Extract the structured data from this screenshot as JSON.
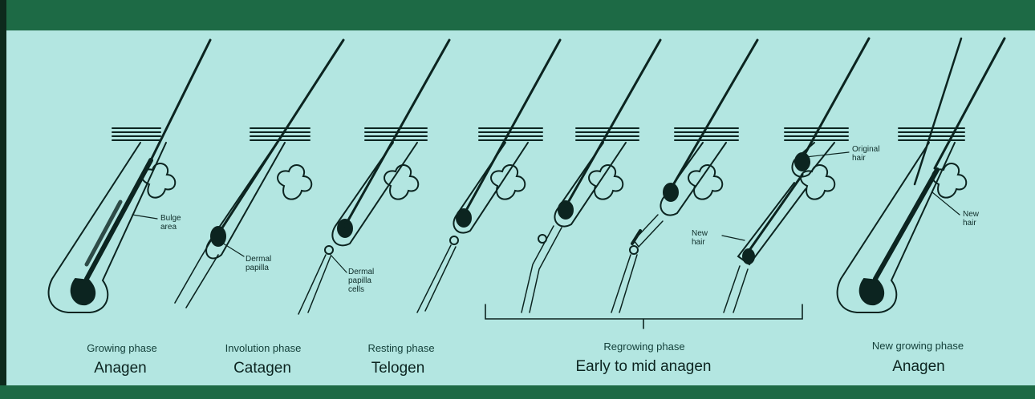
{
  "colors": {
    "border": "#1d6a45",
    "background": "#b3e6e1",
    "ink": "#0c2420"
  },
  "stages": [
    {
      "phase": "Growing phase",
      "name": "Anagen"
    },
    {
      "phase": "Involution phase",
      "name": "Catagen"
    },
    {
      "phase": "Resting phase",
      "name": "Telogen"
    },
    {
      "phase": "Regrowing phase",
      "name": "Early to mid anagen"
    },
    {
      "phase": "New growing phase",
      "name": "Anagen"
    }
  ],
  "callouts": {
    "bulge": [
      "Bulge",
      "area"
    ],
    "dermal_papilla": [
      "Dermal",
      "papilla"
    ],
    "dermal_papilla_cells": [
      "Dermal",
      "papilla",
      "cells"
    ],
    "new_hair_left": [
      "New",
      "hair"
    ],
    "original_hair": [
      "Original",
      "hair"
    ],
    "new_hair_right": [
      "New",
      "hair"
    ]
  }
}
